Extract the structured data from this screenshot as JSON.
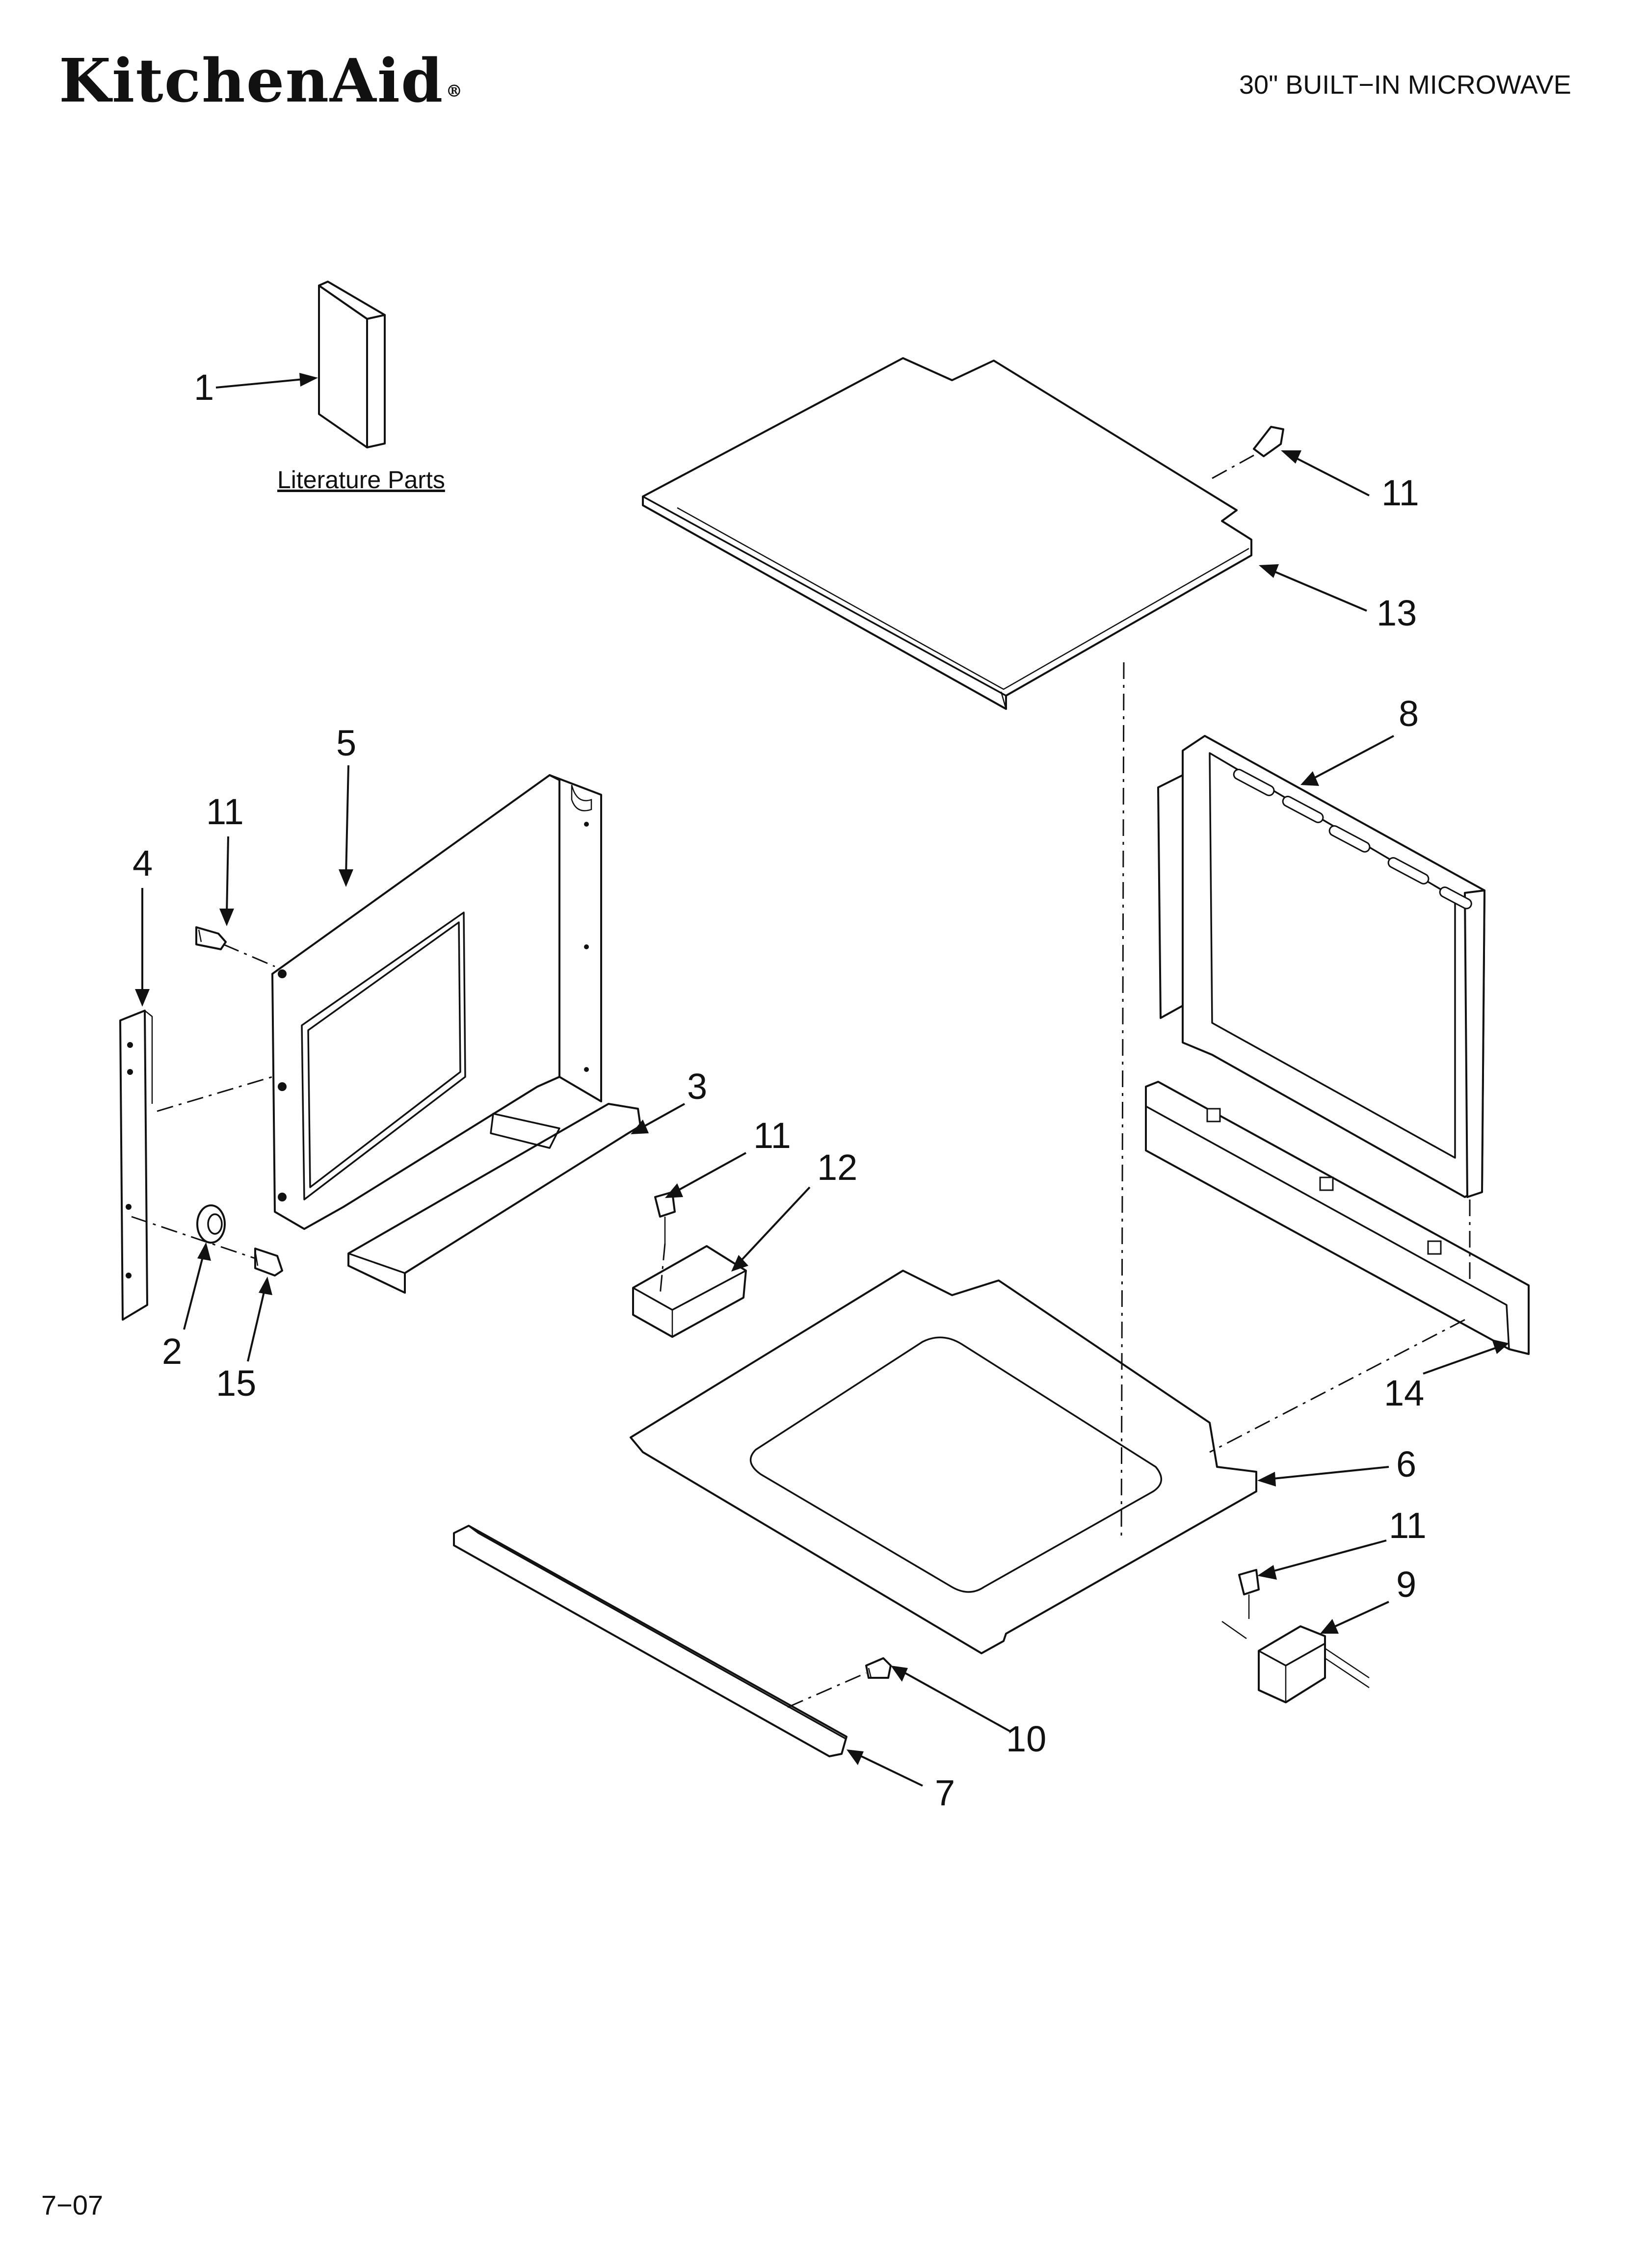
{
  "header": {
    "brand": "KitchenAid",
    "brand_mark": "®",
    "title": "30\" BUILT−IN MICROWAVE"
  },
  "literature_label": "Literature Parts",
  "callouts": {
    "c1": "1",
    "c2": "2",
    "c3": "3",
    "c4": "4",
    "c5": "5",
    "c6": "6",
    "c7": "7",
    "c8": "8",
    "c9": "9",
    "c10": "10",
    "c11a": "11",
    "c11b": "11",
    "c11c": "11",
    "c11d": "11",
    "c12": "12",
    "c13": "13",
    "c14": "14",
    "c15": "15"
  },
  "footer": {
    "code": "7−07"
  }
}
